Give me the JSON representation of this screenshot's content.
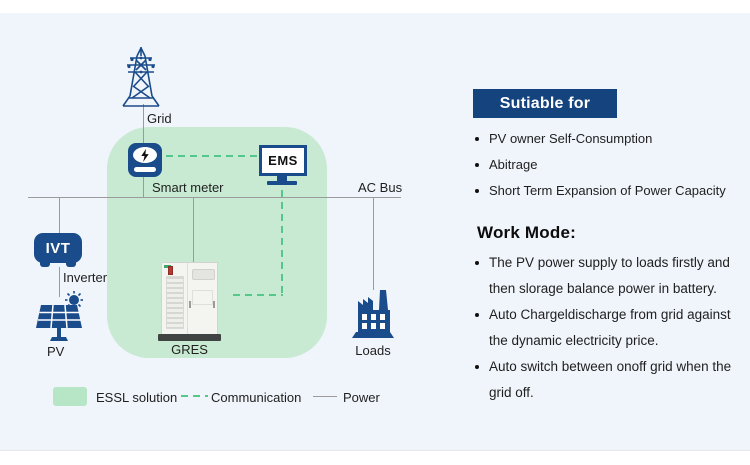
{
  "diagram": {
    "grid_label": "Grid",
    "smart_meter_label": "Smart meter",
    "ems_label": "EMS",
    "ac_bus_label": "AC Bus",
    "ivt_label": "IVT",
    "inverter_label": "Inverter",
    "pv_label": "PV",
    "gres_label": "GRES",
    "loads_label": "Loads"
  },
  "legend": {
    "essl_label": "ESSL solution",
    "communication_label": "Communication",
    "power_label": "Power"
  },
  "right_panel": {
    "suitable_title": "Sutiable for",
    "suitable_items": [
      "PV owner Self-Consumption",
      "Abitrage",
      "Short Term Expansion of Power Capacity"
    ],
    "work_mode_title": "Work Mode:",
    "work_mode_items": [
      "The PV power supply to loads firstly and then slorage balance power in battery.",
      "Auto Chargeldischarge from grid against the dynamic electricity price.",
      "Auto switch between onoff grid when the grid off."
    ]
  },
  "colors": {
    "primary_blue": "#1a4b8a",
    "header_blue": "#15437e",
    "mint": "#c8ead2",
    "legend_green": "#b6e6c6",
    "dash_green": "#54c78a",
    "line_gray": "#9b9b9b",
    "background": "#f0f4fb",
    "text": "#1f1f1f"
  }
}
